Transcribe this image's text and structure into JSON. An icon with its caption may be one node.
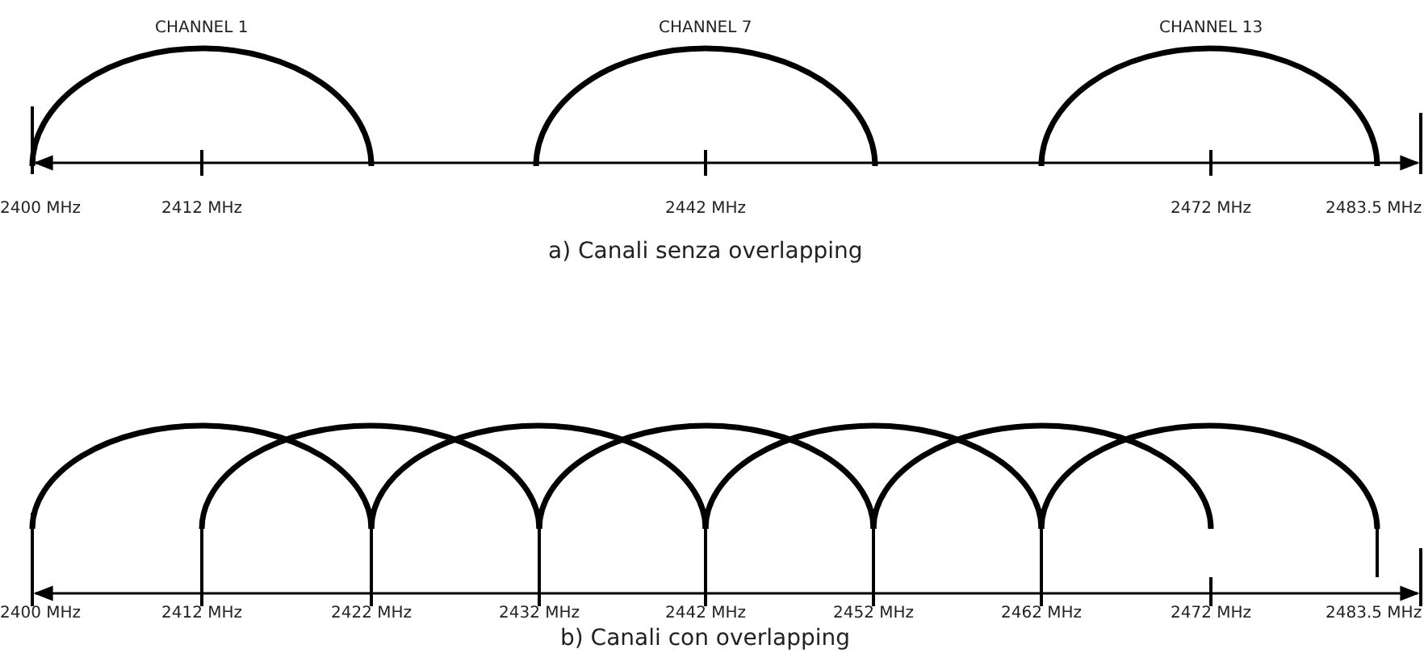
{
  "diagram": {
    "labels": [
      "CHANNEL 1",
      "CHANNEL 7",
      "CHANNEL 13",
      "2400 MHz",
      "2412 MHz",
      "2442 MHz",
      "2472 MHz",
      "2483.5 MHz",
      "a) Canali senza overlapping",
      "2400 MHz",
      "2412 MHz",
      "2422 MHz",
      "2432 MHz",
      "2442 MHz",
      "2452 MHz",
      "2462 MHz",
      "2472 MHz",
      "2483.5 MHz",
      "b) Canali con overlapping"
    ]
  }
}
